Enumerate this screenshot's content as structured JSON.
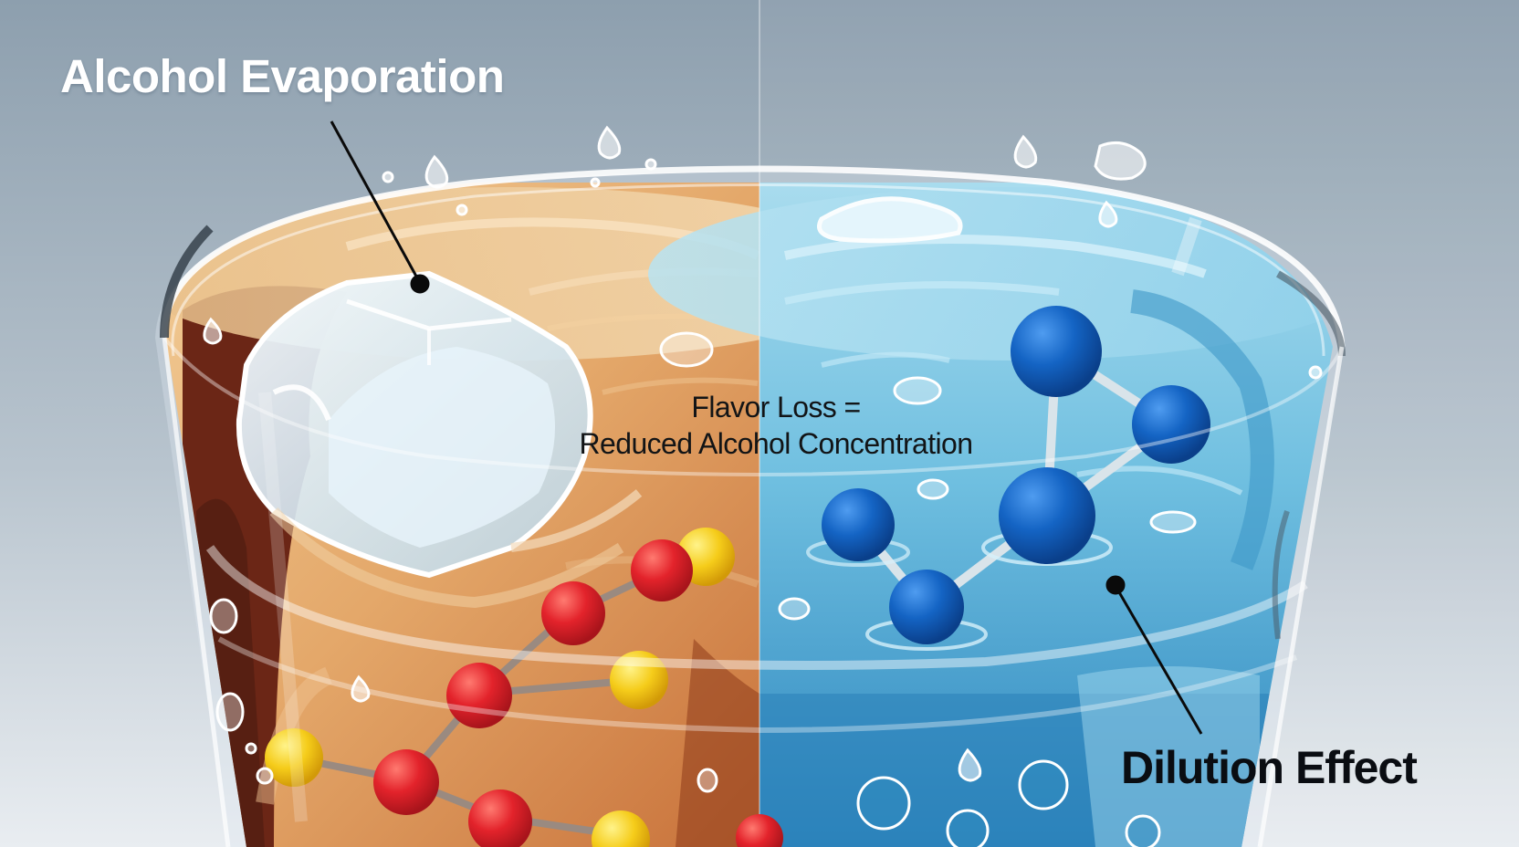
{
  "labels": {
    "evaporation": "Alcohol Evaporation",
    "flavor_line1": "Flavor Loss =",
    "flavor_line2": "Reduced Alcohol Concentration",
    "dilution": "Dilution Effect"
  },
  "colors": {
    "background_top": "#8fa0ae",
    "background_bottom": "#e6eaee",
    "amber_liquid": "#e6ad72",
    "dark_liquid": "#6a2616",
    "water_liquid": "#7fc6e0",
    "deep_water": "#2f8cc0",
    "red_atom": "#e0232b",
    "yellow_atom": "#f5cc1a",
    "blue_atom": "#1464c4"
  }
}
